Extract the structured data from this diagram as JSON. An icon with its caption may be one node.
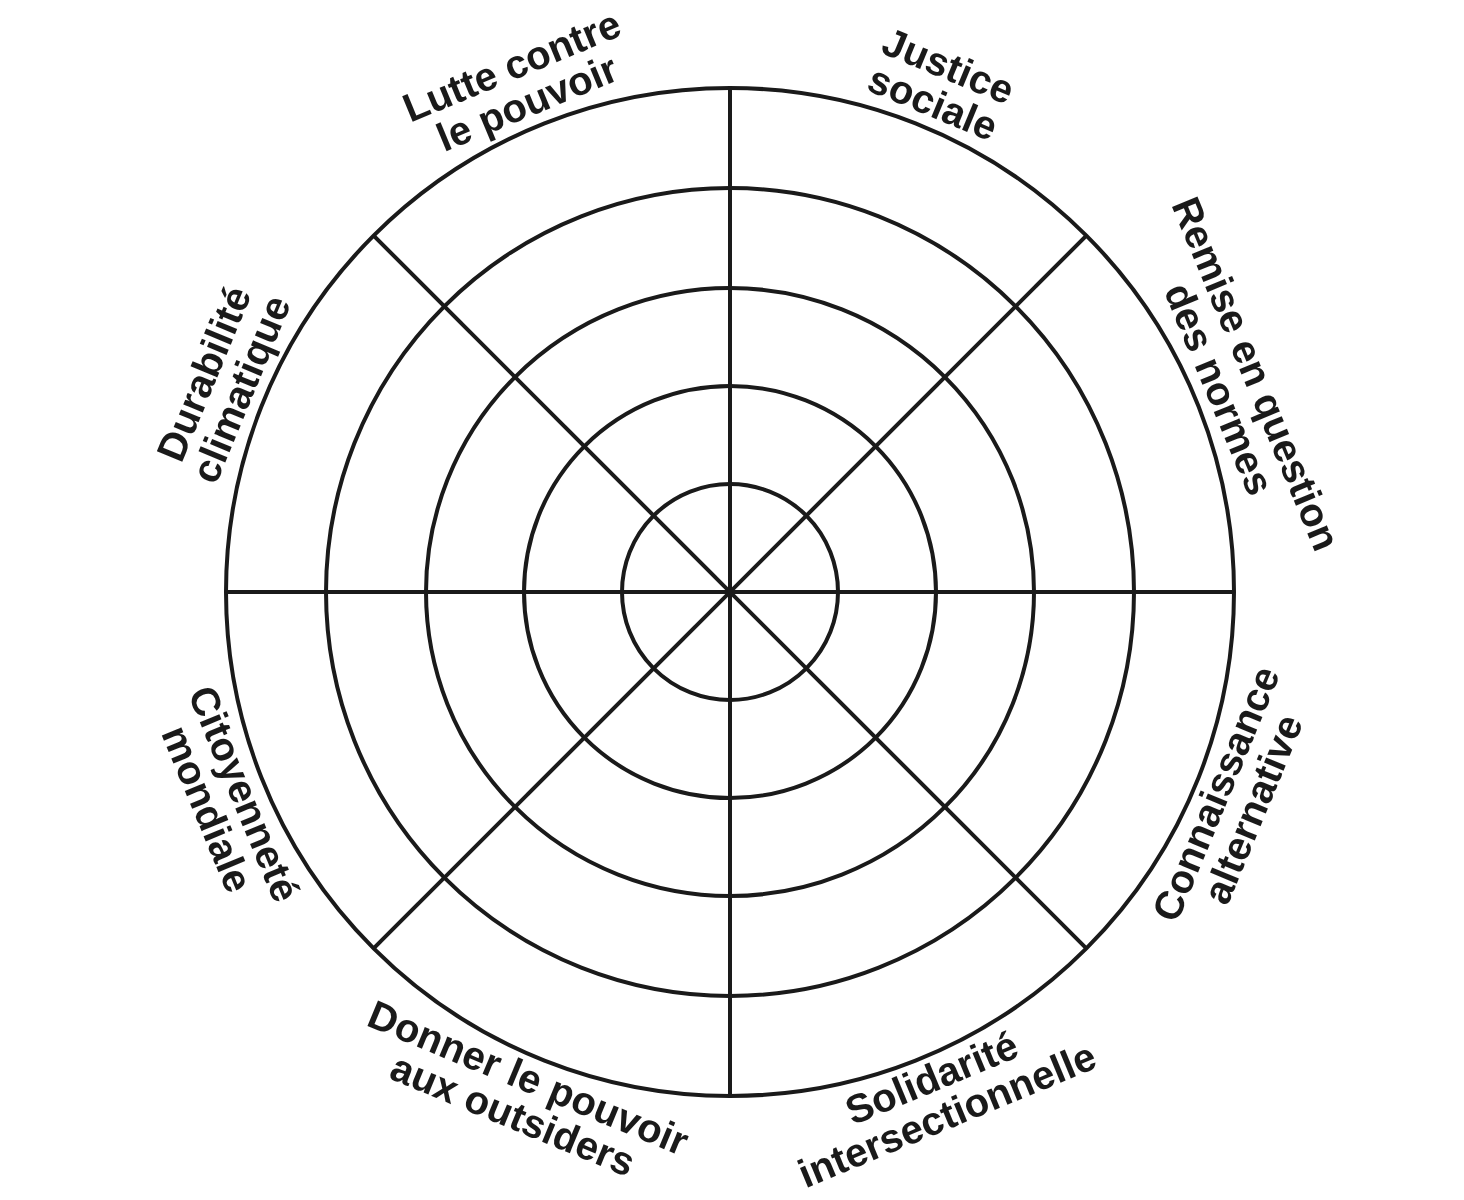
{
  "diagram": {
    "labels": [
      "Lutte contre le pouvoir",
      "Justice sociale",
      "Durabilité climatique",
      "Remise en question des normes",
      "Citoyenneté mondiale",
      "Connaissance alternative",
      "Donner le pouvoir aux outsiders",
      "Solidarité intersectionnelle"
    ]
  }
}
